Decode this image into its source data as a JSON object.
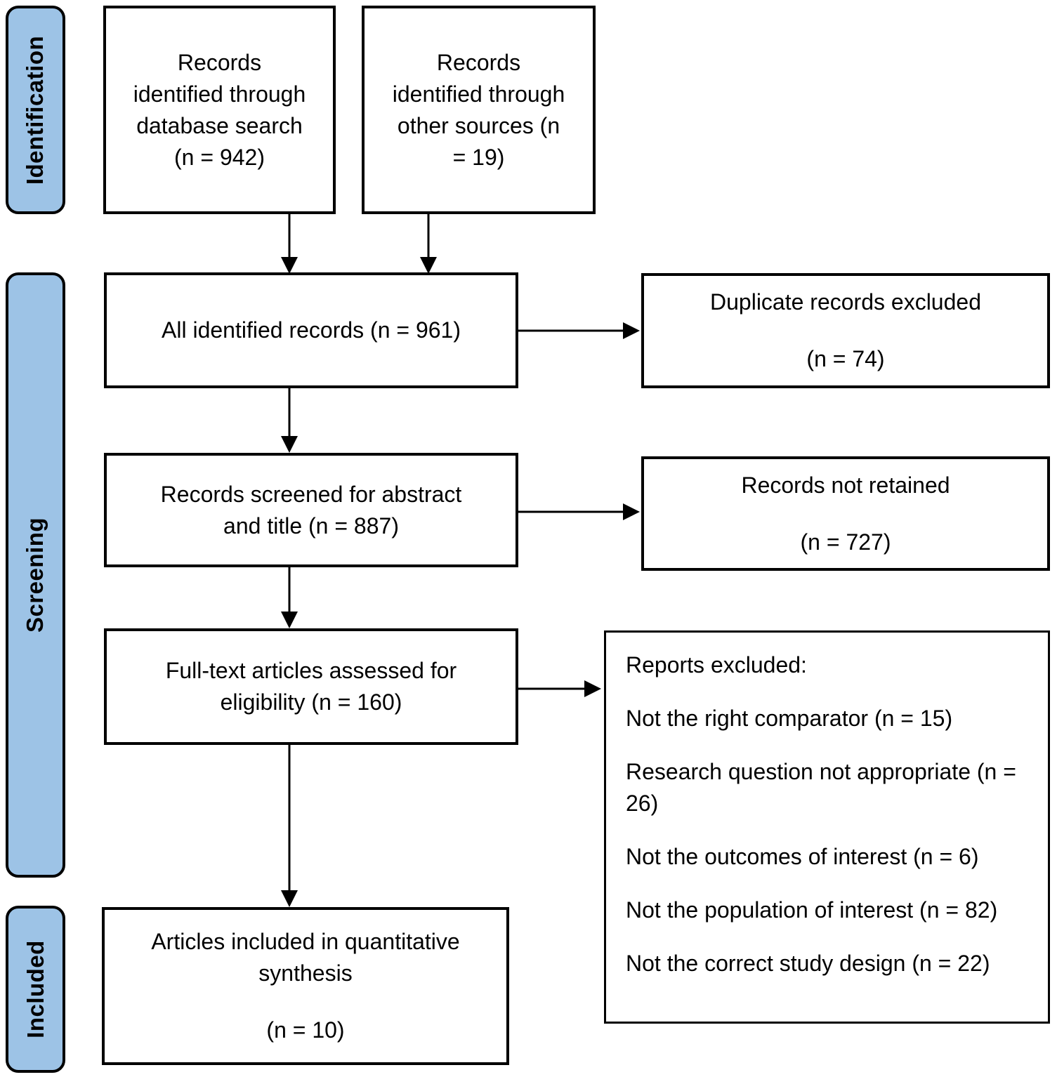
{
  "diagram": {
    "type": "prisma-flow",
    "stages": {
      "identification": "Identification",
      "screening": "Screening",
      "included": "Included"
    },
    "nodes": {
      "db_search": {
        "lines": [
          "Records",
          "identified through",
          "database search",
          "(n = 942)"
        ],
        "n": 942
      },
      "other_sources": {
        "lines": [
          "Records",
          "identified through",
          "other sources (n",
          "= 19)"
        ],
        "n": 19
      },
      "all_records": {
        "lines": [
          "All identified records (n = 961)"
        ],
        "n": 961
      },
      "duplicates_excluded": {
        "lines": [
          "Duplicate records excluded",
          "(n = 74)"
        ],
        "n": 74
      },
      "screened": {
        "lines": [
          "Records screened for abstract",
          "and title (n = 887)"
        ],
        "n": 887
      },
      "not_retained": {
        "lines": [
          "Records not retained",
          "(n = 727)"
        ],
        "n": 727
      },
      "fulltext_assessed": {
        "lines": [
          "Full-text articles assessed for",
          "eligibility (n = 160)"
        ],
        "n": 160
      },
      "reports_excluded": {
        "title": "Reports excluded:",
        "reasons": [
          "Not the right comparator (n = 15)",
          "Research question not appropriate (n = 26)",
          "Not the outcomes of interest (n = 6)",
          "Not the population of interest (n = 82)",
          "Not the correct study design (n = 22)"
        ]
      },
      "included_articles": {
        "lines": [
          "Articles included in quantitative",
          "synthesis",
          "(n = 10)"
        ],
        "n": 10
      }
    },
    "edges": [
      {
        "from": "db_search",
        "to": "all_records"
      },
      {
        "from": "other_sources",
        "to": "all_records"
      },
      {
        "from": "all_records",
        "to": "duplicates_excluded"
      },
      {
        "from": "all_records",
        "to": "screened"
      },
      {
        "from": "screened",
        "to": "not_retained"
      },
      {
        "from": "screened",
        "to": "fulltext_assessed"
      },
      {
        "from": "fulltext_assessed",
        "to": "reports_excluded"
      },
      {
        "from": "fulltext_assessed",
        "to": "included_articles"
      }
    ],
    "colors": {
      "stage_fill": "#9DC3E6",
      "border": "#000000",
      "arrow": "#000000",
      "box_fill": "#FFFFFF",
      "text": "#000000"
    }
  }
}
